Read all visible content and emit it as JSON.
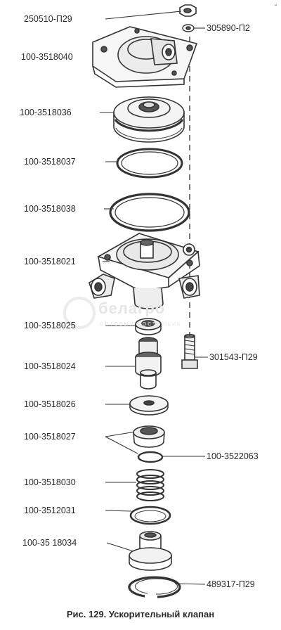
{
  "callouts": {
    "c1": "250510-П29",
    "c2": "305890-П2",
    "c3": "100-3518040",
    "c4": "100-3518036",
    "c5": "100-3518037",
    "c6": "100-3518038",
    "c7": "100-3518021",
    "c8": "100-3518025",
    "c9": "301543-П29",
    "c10": "100-3518024",
    "c11": "100-3518026",
    "c12": "100-3518027",
    "c13": "100-3522063",
    "c14": "100-3518030",
    "c15": "100-3512031",
    "c16": "100-35 18034",
    "c17": "489317-П29"
  },
  "caption": "Рис. 129. Ускорительный клапан",
  "watermark": {
    "word": "белагро",
    "sub": "ОПТОВЫЙ ПОСТАВЩИК"
  },
  "corner_mark": "ᵕ"
}
